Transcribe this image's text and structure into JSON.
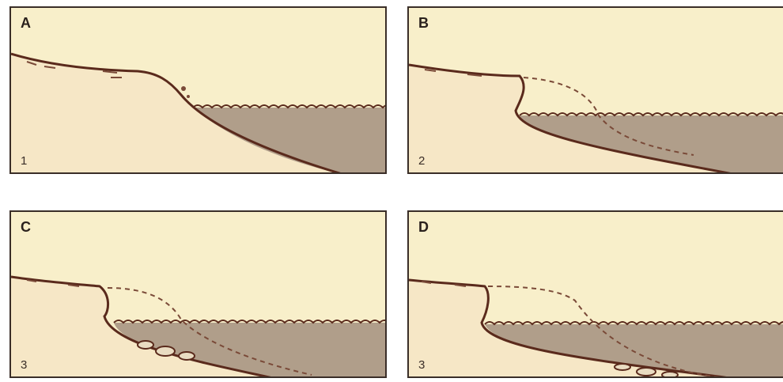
{
  "panels": [
    {
      "letter": "A",
      "number": "1"
    },
    {
      "letter": "B",
      "number": "2"
    },
    {
      "letter": "C",
      "number": "3"
    },
    {
      "letter": "D",
      "number": "3"
    }
  ],
  "colors": {
    "sky": "#f8efca",
    "land": "#f6e7c6",
    "water": "#b09e8a",
    "outline": "#5a2a1c",
    "border": "#3a2e28"
  }
}
